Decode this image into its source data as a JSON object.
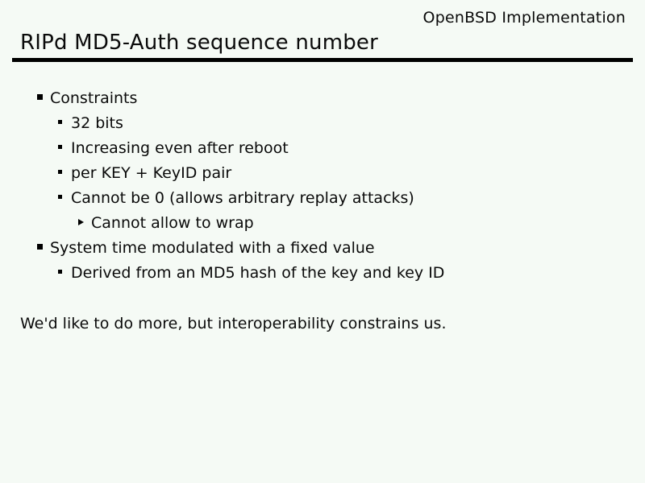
{
  "slide": {
    "header": "OpenBSD Implementation",
    "title": "RIPd MD5-Auth sequence number",
    "bullets": [
      {
        "level": 1,
        "text": "Constraints"
      },
      {
        "level": 2,
        "text": "32 bits"
      },
      {
        "level": 2,
        "text": "Increasing even after reboot"
      },
      {
        "level": 2,
        "text": "per KEY + KeyID pair"
      },
      {
        "level": 2,
        "text": "Cannot be 0 (allows arbitrary replay attacks)"
      },
      {
        "level": 3,
        "text": "Cannot allow to wrap"
      },
      {
        "level": 1,
        "text": "System time modulated with a fixed value"
      },
      {
        "level": 2,
        "text": "Derived from an MD5 hash of the key and key ID"
      }
    ],
    "footer_note": "We'd like to do more, but interoperability constrains us.",
    "colors": {
      "background": "#f5faf5",
      "text": "#0a0a0a",
      "rule": "#000000"
    }
  }
}
